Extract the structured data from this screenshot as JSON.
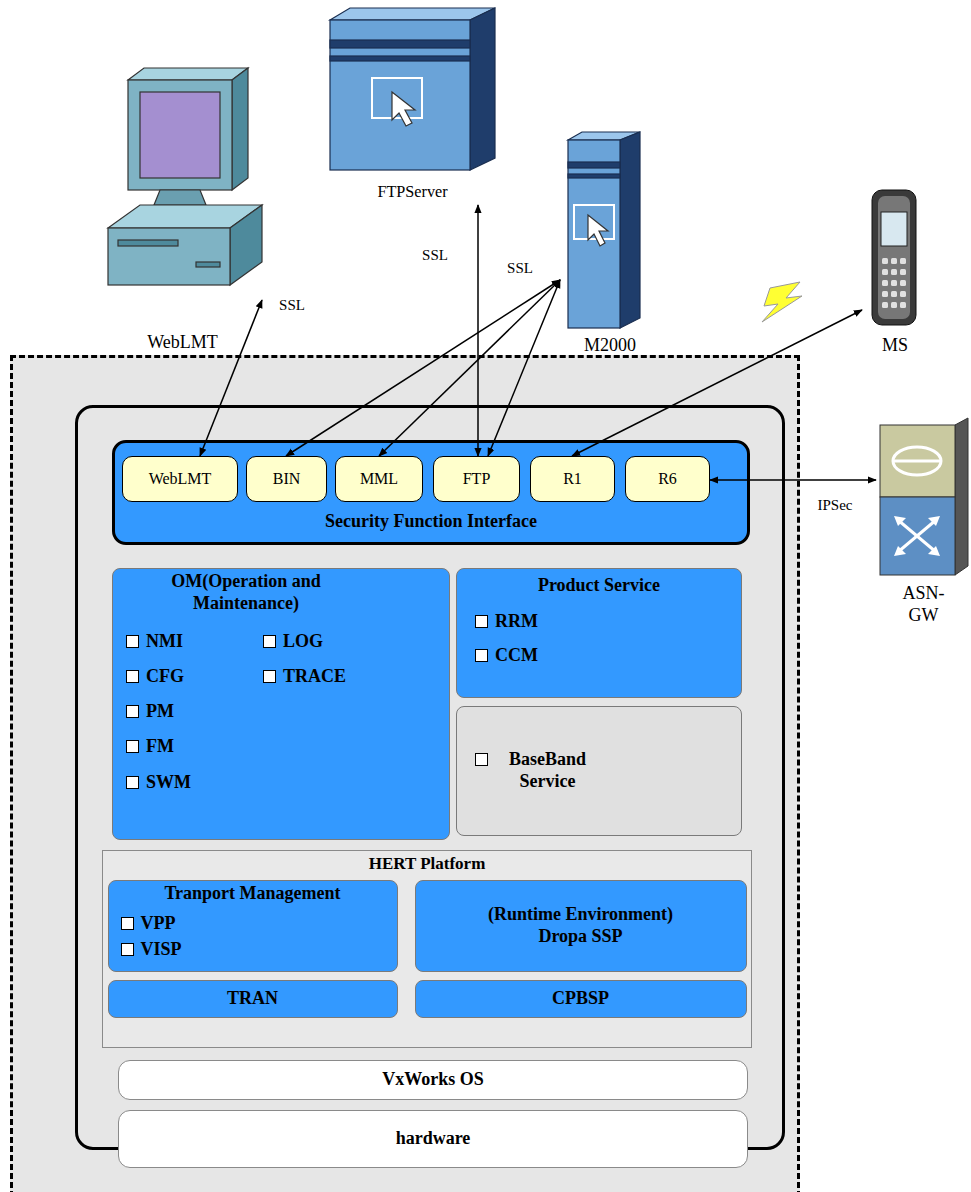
{
  "diagram": {
    "nodes": [
      {
        "text": [
          "WebLMT"
        ]
      },
      {
        "text": [
          "FTPServer"
        ]
      },
      {
        "text": [
          "M2000"
        ]
      },
      {
        "text": [
          "MS"
        ]
      },
      {
        "text": [
          "ASN-GW"
        ]
      },
      {
        "text": [
          "Security Function Interface"
        ]
      },
      {
        "text": [
          "WebLMT"
        ],
        "in": 5
      },
      {
        "text": [
          "BIN"
        ],
        "in": 5
      },
      {
        "text": [
          "MML"
        ],
        "in": 5
      },
      {
        "text": [
          "FTP"
        ],
        "in": 5
      },
      {
        "text": [
          "R1"
        ],
        "in": 5
      },
      {
        "text": [
          "R6"
        ],
        "in": 5
      },
      {
        "text": [
          "OM(Operation and Maintenance)",
          "NMI",
          "LOG",
          "CFG",
          "TRACE",
          "PM",
          "FM",
          "SWM"
        ]
      },
      {
        "text": [
          "Product Service",
          "RRM",
          "CCM"
        ]
      },
      {
        "text": [
          "BaseBand Service"
        ]
      },
      {
        "text": [
          "HERT Platform"
        ]
      },
      {
        "text": [
          "Tranport Management",
          "VPP",
          "VISP"
        ],
        "in": 15
      },
      {
        "text": [
          "(Runtime Environment) Dropa SSP"
        ],
        "in": 15
      },
      {
        "text": [
          "TRAN"
        ],
        "in": 15
      },
      {
        "text": [
          "CPBSP"
        ],
        "in": 15
      },
      {
        "text": [
          "VxWorks OS"
        ]
      },
      {
        "text": [
          "hardware"
        ]
      }
    ],
    "edges": [
      {
        "from": 0,
        "to": 6,
        "arrow": "both",
        "label": "SSL"
      },
      {
        "from": 1,
        "to": 9,
        "arrow": "both",
        "label": "SSL"
      },
      {
        "from": 2,
        "to": 7,
        "arrow": "both",
        "label": "SSL"
      },
      {
        "from": 2,
        "to": 8,
        "arrow": "both"
      },
      {
        "from": 2,
        "to": 9,
        "arrow": "both"
      },
      {
        "from": 3,
        "to": 10,
        "arrow": "both"
      },
      {
        "from": 4,
        "to": 11,
        "arrow": "both",
        "label": "IPSec"
      }
    ]
  }
}
